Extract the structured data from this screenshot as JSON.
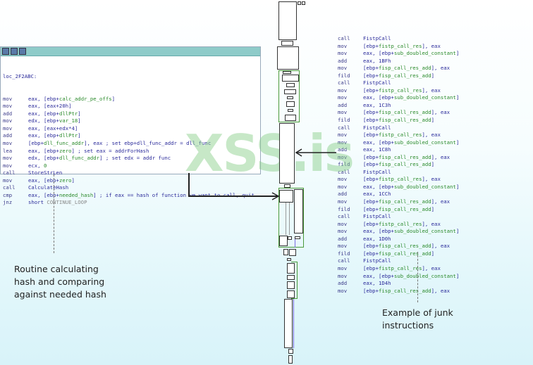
{
  "left_block": {
    "label": "loc_2F2ABC:",
    "lines": [
      {
        "op": "mov",
        "args": [
          [
            "eax, [ebp+",
            "t"
          ],
          [
            "calc_addr_pe_offs",
            "n"
          ],
          [
            "]",
            "t"
          ]
        ]
      },
      {
        "op": "mov",
        "args": [
          [
            "eax, [eax+20h]",
            "t"
          ]
        ]
      },
      {
        "op": "add",
        "args": [
          [
            "eax, [ebp+",
            "t"
          ],
          [
            "dllPtr",
            "n"
          ],
          [
            "]",
            "t"
          ]
        ]
      },
      {
        "op": "mov",
        "args": [
          [
            "edx, [ebp+",
            "t"
          ],
          [
            "var_18",
            "n"
          ],
          [
            "]",
            "t"
          ]
        ]
      },
      {
        "op": "mov",
        "args": [
          [
            "eax, [eax+edx*4]",
            "t"
          ]
        ]
      },
      {
        "op": "add",
        "args": [
          [
            "eax, [ebp+",
            "t"
          ],
          [
            "dllPtr",
            "n"
          ],
          [
            "]",
            "t"
          ]
        ]
      },
      {
        "op": "mov",
        "args": [
          [
            "[ebp+",
            "t"
          ],
          [
            "dll_func_addr",
            "n"
          ],
          [
            "], eax ; set ebp+dll_func_addr = dll_func",
            "t"
          ]
        ]
      },
      {
        "op": "lea",
        "args": [
          [
            "eax, [ebp+",
            "t"
          ],
          [
            "zero",
            "n"
          ],
          [
            "] ; set eax = addrForHash",
            "t"
          ]
        ]
      },
      {
        "op": "mov",
        "args": [
          [
            "edx, [ebp+",
            "t"
          ],
          [
            "dll_func_addr",
            "n"
          ],
          [
            "] ; set edx = addr func",
            "t"
          ]
        ]
      },
      {
        "op": "mov",
        "args": [
          [
            "ecx, ",
            "t"
          ],
          [
            "0",
            "n"
          ]
        ]
      },
      {
        "op": "call",
        "args": [
          [
            "StoreStrLen",
            "t"
          ]
        ]
      },
      {
        "op": "mov",
        "args": [
          [
            "eax, [ebp+",
            "t"
          ],
          [
            "zero",
            "n"
          ],
          [
            "]",
            "t"
          ]
        ]
      },
      {
        "op": "call",
        "args": [
          [
            "CalculateHash",
            "t"
          ]
        ]
      },
      {
        "op": "cmp",
        "args": [
          [
            "eax, [ebp+",
            "t"
          ],
          [
            "needed_hash",
            "n"
          ],
          [
            "] ; if eax == hash of function we want to call, quit",
            "t"
          ]
        ]
      },
      {
        "op": "jnz",
        "args": [
          [
            "short ",
            "t"
          ],
          [
            "CONTINUE_LOOP",
            "g"
          ]
        ]
      }
    ]
  },
  "right_block": {
    "lines": [
      {
        "op": "call",
        "args": [
          [
            "FistpCall",
            "t"
          ]
        ]
      },
      {
        "op": "mov",
        "args": [
          [
            "[ebp+",
            "t"
          ],
          [
            "fistp_call_res",
            "n"
          ],
          [
            "], eax",
            "t"
          ]
        ]
      },
      {
        "op": "mov",
        "args": [
          [
            "eax, [ebp+",
            "t"
          ],
          [
            "sub_doubled_constant",
            "n"
          ],
          [
            "]",
            "t"
          ]
        ]
      },
      {
        "op": "add",
        "args": [
          [
            "eax, 1BFh",
            "t"
          ]
        ]
      },
      {
        "op": "mov",
        "args": [
          [
            "[ebp+",
            "t"
          ],
          [
            "fisp_call_res_add",
            "n"
          ],
          [
            "], eax",
            "t"
          ]
        ]
      },
      {
        "op": "fild",
        "args": [
          [
            "[ebp+",
            "t"
          ],
          [
            "fisp_call_res_add",
            "n"
          ],
          [
            "]",
            "t"
          ]
        ]
      },
      {
        "op": "call",
        "args": [
          [
            "FistpCall",
            "t"
          ]
        ]
      },
      {
        "op": "mov",
        "args": [
          [
            "[ebp+",
            "t"
          ],
          [
            "fistp_call_res",
            "n"
          ],
          [
            "], eax",
            "t"
          ]
        ]
      },
      {
        "op": "mov",
        "args": [
          [
            "eax, [ebp+",
            "t"
          ],
          [
            "sub_doubled_constant",
            "n"
          ],
          [
            "]",
            "t"
          ]
        ]
      },
      {
        "op": "add",
        "args": [
          [
            "eax, 1C3h",
            "t"
          ]
        ]
      },
      {
        "op": "mov",
        "args": [
          [
            "[ebp+",
            "t"
          ],
          [
            "fisp_call_res_add",
            "n"
          ],
          [
            "], eax",
            "t"
          ]
        ]
      },
      {
        "op": "fild",
        "args": [
          [
            "[ebp+",
            "t"
          ],
          [
            "fisp_call_res_add",
            "n"
          ],
          [
            "]",
            "t"
          ]
        ]
      },
      {
        "op": "call",
        "args": [
          [
            "FistpCall",
            "t"
          ]
        ]
      },
      {
        "op": "mov",
        "args": [
          [
            "[ebp+",
            "t"
          ],
          [
            "fistp_call_res",
            "n"
          ],
          [
            "], eax",
            "t"
          ]
        ]
      },
      {
        "op": "mov",
        "args": [
          [
            "eax, [ebp+",
            "t"
          ],
          [
            "sub_doubled_constant",
            "n"
          ],
          [
            "]",
            "t"
          ]
        ]
      },
      {
        "op": "add",
        "args": [
          [
            "eax, 1C8h",
            "t"
          ]
        ]
      },
      {
        "op": "mov",
        "args": [
          [
            "[ebp+",
            "t"
          ],
          [
            "fisp_call_res_add",
            "n"
          ],
          [
            "], eax",
            "t"
          ]
        ]
      },
      {
        "op": "fild",
        "args": [
          [
            "[ebp+",
            "t"
          ],
          [
            "fisp_call_res_add",
            "n"
          ],
          [
            "]",
            "t"
          ]
        ]
      },
      {
        "op": "call",
        "args": [
          [
            "FistpCall",
            "t"
          ]
        ]
      },
      {
        "op": "mov",
        "args": [
          [
            "[ebp+",
            "t"
          ],
          [
            "fistp_call_res",
            "n"
          ],
          [
            "], eax",
            "t"
          ]
        ]
      },
      {
        "op": "mov",
        "args": [
          [
            "eax, [ebp+",
            "t"
          ],
          [
            "sub_doubled_constant",
            "n"
          ],
          [
            "]",
            "t"
          ]
        ]
      },
      {
        "op": "add",
        "args": [
          [
            "eax, 1CCh",
            "t"
          ]
        ]
      },
      {
        "op": "mov",
        "args": [
          [
            "[ebp+",
            "t"
          ],
          [
            "fisp_call_res_add",
            "n"
          ],
          [
            "], eax",
            "t"
          ]
        ]
      },
      {
        "op": "fild",
        "args": [
          [
            "[ebp+",
            "t"
          ],
          [
            "fisp_call_res_add",
            "n"
          ],
          [
            "]",
            "t"
          ]
        ]
      },
      {
        "op": "call",
        "args": [
          [
            "FistpCall",
            "t"
          ]
        ]
      },
      {
        "op": "mov",
        "args": [
          [
            "[ebp+",
            "t"
          ],
          [
            "fistp_call_res",
            "n"
          ],
          [
            "], eax",
            "t"
          ]
        ]
      },
      {
        "op": "mov",
        "args": [
          [
            "eax, [ebp+",
            "t"
          ],
          [
            "sub_doubled_constant",
            "n"
          ],
          [
            "]",
            "t"
          ]
        ]
      },
      {
        "op": "add",
        "args": [
          [
            "eax, 1D0h",
            "t"
          ]
        ]
      },
      {
        "op": "mov",
        "args": [
          [
            "[ebp+",
            "t"
          ],
          [
            "fisp_call_res_add",
            "n"
          ],
          [
            "], eax",
            "t"
          ]
        ]
      },
      {
        "op": "fild",
        "args": [
          [
            "[ebp+",
            "t"
          ],
          [
            "fisp_call_res_add",
            "n"
          ],
          [
            "]",
            "t"
          ]
        ]
      },
      {
        "op": "call",
        "args": [
          [
            "FistpCall",
            "t"
          ]
        ]
      },
      {
        "op": "mov",
        "args": [
          [
            "[ebp+",
            "t"
          ],
          [
            "fistp_call_res",
            "n"
          ],
          [
            "], eax",
            "t"
          ]
        ]
      },
      {
        "op": "mov",
        "args": [
          [
            "eax, [ebp+",
            "t"
          ],
          [
            "sub_doubled_constant",
            "n"
          ],
          [
            "]",
            "t"
          ]
        ]
      },
      {
        "op": "add",
        "args": [
          [
            "eax, 1D4h",
            "t"
          ]
        ]
      },
      {
        "op": "mov",
        "args": [
          [
            "[ebp+",
            "t"
          ],
          [
            "fisp_call_res_add",
            "n"
          ],
          [
            "], eax",
            "t"
          ]
        ]
      }
    ]
  },
  "annotations": {
    "left": [
      "Routine calculating",
      "hash and comparing",
      "against needed hash"
    ],
    "right": [
      "Example of junk",
      "instructions"
    ]
  },
  "watermark": "XSS.is",
  "colors": {
    "identifier": "#2a8a2a",
    "operand": "#2a2a9a",
    "header": "#8ecbc9",
    "graph_edge_green": "#4a9a3a",
    "graph_edge_blue": "#7a6ae0"
  }
}
